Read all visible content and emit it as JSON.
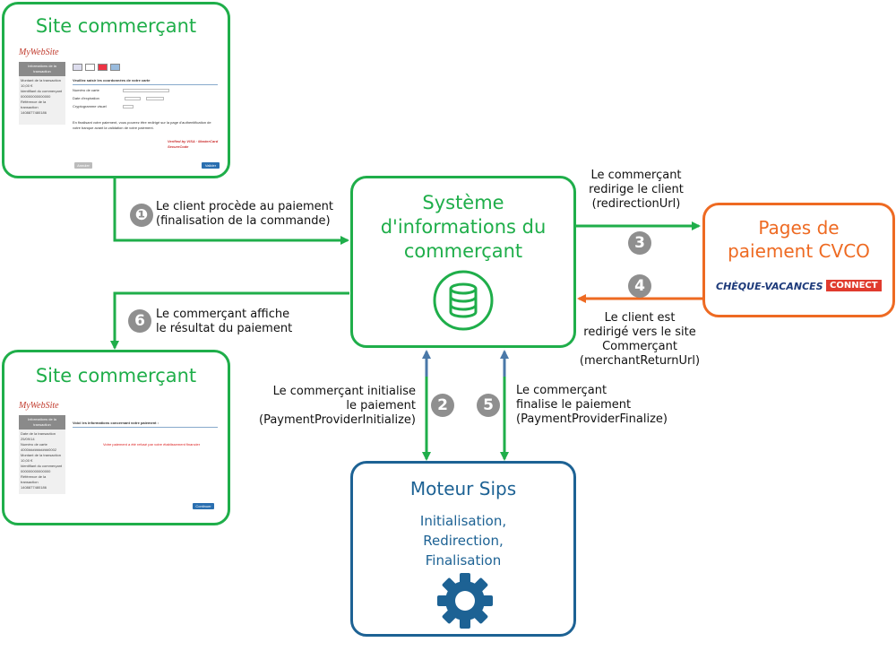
{
  "site_top": {
    "title": "Site commerçant",
    "mini": {
      "logo": "MyWebSite",
      "sidebar_header": "Informations de la transaction",
      "sidebar_lines": [
        "Montant de la transaction",
        "10,00 €",
        "Identifiant du commerçant",
        "000000000000000",
        "Référence de la transaction",
        "1408877480186"
      ],
      "form_title": "Veuillez saisir les coordonnées de votre carte",
      "field_labels": [
        "Numéro de carte",
        "Date d'expiration",
        "Cryptogramme visuel"
      ],
      "info_text": "En finalisant votre paiement, vous pourrez être redirigé sur la page d'authentification de votre banque avant la validation de votre paiement.",
      "cancel_label": "Annuler",
      "validate_label": "Valider"
    }
  },
  "site_bottom": {
    "title": "Site commerçant",
    "mini": {
      "logo": "MyWebSite",
      "sidebar_header": "Informations de la transaction",
      "sidebar_lines": [
        "Date de la transaction",
        "25/09/14",
        "Numéro de carte",
        "4000##########0002",
        "Montant de la transaction",
        "10,00 €",
        "Identifiant du commerçant",
        "000000000000000",
        "Référence de la transaction",
        "1408877480186"
      ],
      "heading": "Voici les informations concernant votre paiement :",
      "result": "Votre paiement a été refusé par votre établissement financier",
      "continue_label": "Continuer"
    }
  },
  "merchant_system": {
    "title_lines": [
      "Système",
      "d'informations du",
      "commerçant"
    ],
    "icon": "database-icon"
  },
  "cvco": {
    "title_lines": [
      "Pages de",
      "paiement CVCO"
    ],
    "logo_text": "CHÈQUE-VACANCES",
    "logo_badge": "CONNECT"
  },
  "sips": {
    "title": "Moteur Sips",
    "sub_lines": [
      "Initialisation,",
      "Redirection,",
      "Finalisation"
    ],
    "icon": "gear-icon"
  },
  "steps": {
    "s1": {
      "num": "❶",
      "lines": [
        "Le client procède au paiement",
        "(finalisation de la commande)"
      ]
    },
    "s2": {
      "num": "2",
      "lines": [
        "Le commerçant initialise",
        "le paiement",
        "(PaymentProviderInitialize)"
      ]
    },
    "s3": {
      "num": "3",
      "lines": [
        "Le commerçant",
        "redirige le client",
        "(redirectionUrl)"
      ]
    },
    "s4": {
      "num": "4",
      "lines": [
        "Le  client est",
        "redirigé vers le site",
        "Commerçant",
        "(merchantReturnUrl)"
      ]
    },
    "s5": {
      "num": "5",
      "lines": [
        "Le commerçant",
        "finalise le paiement",
        "(PaymentProviderFinalize)"
      ]
    },
    "s6": {
      "num": "6",
      "lines": [
        "Le commerçant affiche",
        "le résultat du paiement"
      ]
    }
  },
  "colors": {
    "green": "#1fae4a",
    "orange": "#ee6a22",
    "blue": "#1d6294",
    "steel": "#4a78a8",
    "num_grey": "#8f8f8f"
  }
}
